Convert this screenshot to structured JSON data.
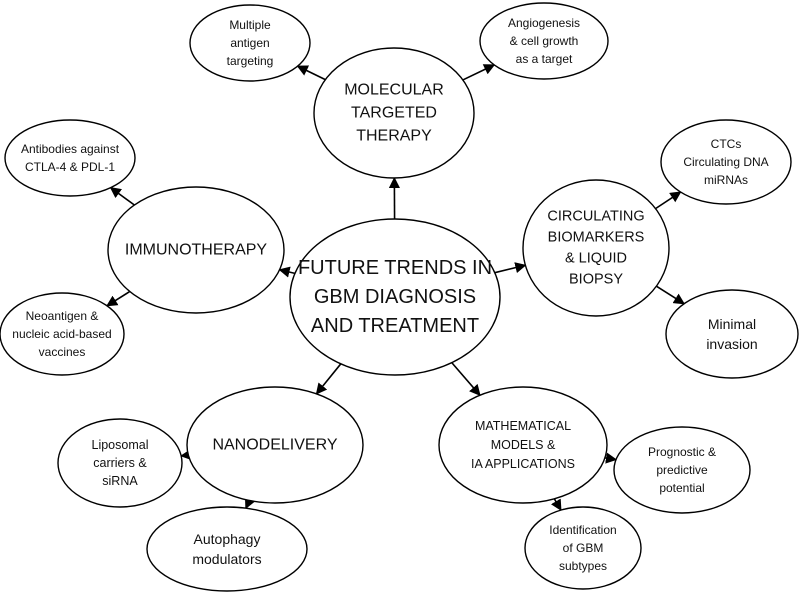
{
  "diagram": {
    "center": {
      "lines": [
        "FUTURE TRENDS IN",
        "GBM DIAGNOSIS",
        "AND TREATMENT"
      ]
    },
    "nodes": {
      "molecular_targeted_therapy": {
        "lines": [
          "MOLECULAR",
          "TARGETED",
          "THERAPY"
        ]
      },
      "multiple_antigen_targeting": {
        "lines": [
          "Multiple",
          "antigen",
          "targeting"
        ]
      },
      "angiogenesis_target": {
        "lines": [
          "Angiogenesis",
          "& cell growth",
          "as a target"
        ]
      },
      "immunotherapy": {
        "lines": [
          "IMMUNOTHERAPY"
        ]
      },
      "antibodies_ctla4_pdl1": {
        "lines": [
          "Antibodies against",
          "CTLA-4 & PDL-1"
        ]
      },
      "neoantigen_vaccines": {
        "lines": [
          "Neoantigen &",
          "nucleic acid-based",
          "vaccines"
        ]
      },
      "circulating_biomarkers": {
        "lines": [
          "CIRCULATING",
          "BIOMARKERS",
          "& LIQUID",
          "BIOPSY"
        ]
      },
      "ctcs_dna_mirnas": {
        "lines": [
          "CTCs",
          "Circulating DNA",
          "miRNAs"
        ]
      },
      "minimal_invasion": {
        "lines": [
          "Minimal",
          "invasion"
        ]
      },
      "nanodelivery": {
        "lines": [
          "NANODELIVERY"
        ]
      },
      "liposomal_carriers": {
        "lines": [
          "Liposomal",
          "carriers &",
          "siRNA"
        ]
      },
      "autophagy_modulators": {
        "lines": [
          "Autophagy",
          "modulators"
        ]
      },
      "mathematical_models": {
        "lines": [
          "MATHEMATICAL",
          "MODELS &",
          "IA APPLICATIONS"
        ]
      },
      "prognostic_predictive": {
        "lines": [
          "Prognostic &",
          "predictive",
          "potential"
        ]
      },
      "gbm_subtypes": {
        "lines": [
          "Identification",
          "of GBM",
          "subtypes"
        ]
      }
    },
    "edges": [
      {
        "from": "center",
        "to": "molecular_targeted_therapy"
      },
      {
        "from": "center",
        "to": "immunotherapy"
      },
      {
        "from": "center",
        "to": "circulating_biomarkers"
      },
      {
        "from": "center",
        "to": "nanodelivery"
      },
      {
        "from": "center",
        "to": "mathematical_models"
      },
      {
        "from": "molecular_targeted_therapy",
        "to": "multiple_antigen_targeting"
      },
      {
        "from": "molecular_targeted_therapy",
        "to": "angiogenesis_target"
      },
      {
        "from": "immunotherapy",
        "to": "antibodies_ctla4_pdl1"
      },
      {
        "from": "immunotherapy",
        "to": "neoantigen_vaccines"
      },
      {
        "from": "circulating_biomarkers",
        "to": "ctcs_dna_mirnas"
      },
      {
        "from": "circulating_biomarkers",
        "to": "minimal_invasion"
      },
      {
        "from": "nanodelivery",
        "to": "liposomal_carriers"
      },
      {
        "from": "nanodelivery",
        "to": "autophagy_modulators"
      },
      {
        "from": "mathematical_models",
        "to": "prognostic_predictive"
      },
      {
        "from": "mathematical_models",
        "to": "gbm_subtypes"
      }
    ]
  }
}
